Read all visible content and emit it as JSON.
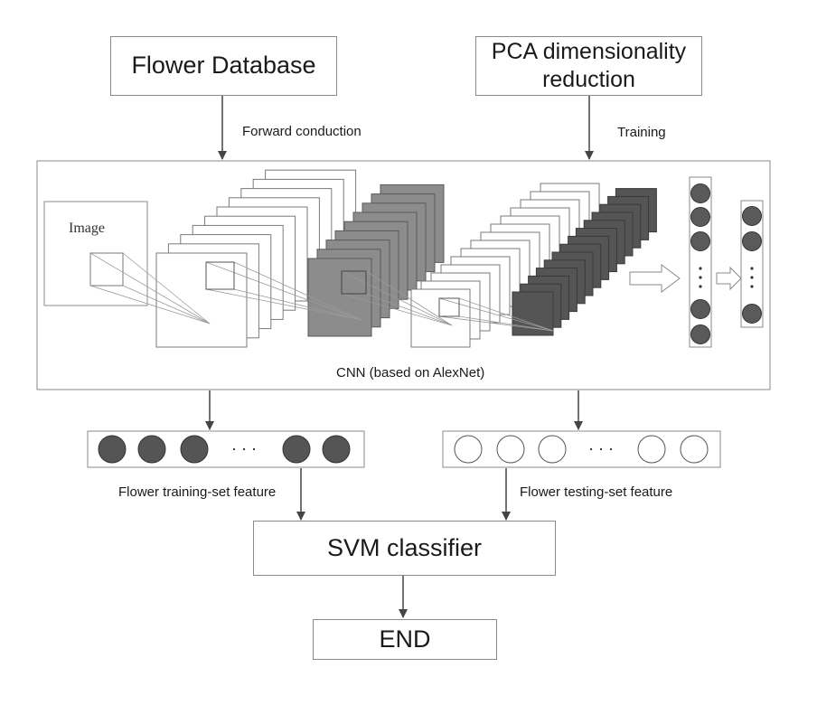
{
  "nodes": {
    "flower_database": "Flower Database",
    "pca": [
      "PCA dimensionality",
      "reduction"
    ],
    "cnn_caption": "CNN (based on AlexNet)",
    "image_label": "Image",
    "svm": "SVM classifier",
    "end": "END"
  },
  "edges": {
    "forward_conduction": "Forward conduction",
    "training": "Training",
    "training_feature": "Flower training-set feature",
    "testing_feature": "Flower testing-set feature"
  },
  "feature_rows": {
    "ellipsis": "· · ·",
    "training_fill": "#555555",
    "testing_fill": "#ffffff"
  },
  "colors": {
    "stroke": "#8a8a8a",
    "arrow": "#444444",
    "light_layer": "#ffffff",
    "mid_layer": "#8c8c8c",
    "dark_layer": "#555555",
    "neuron": "#5a5a5a"
  }
}
